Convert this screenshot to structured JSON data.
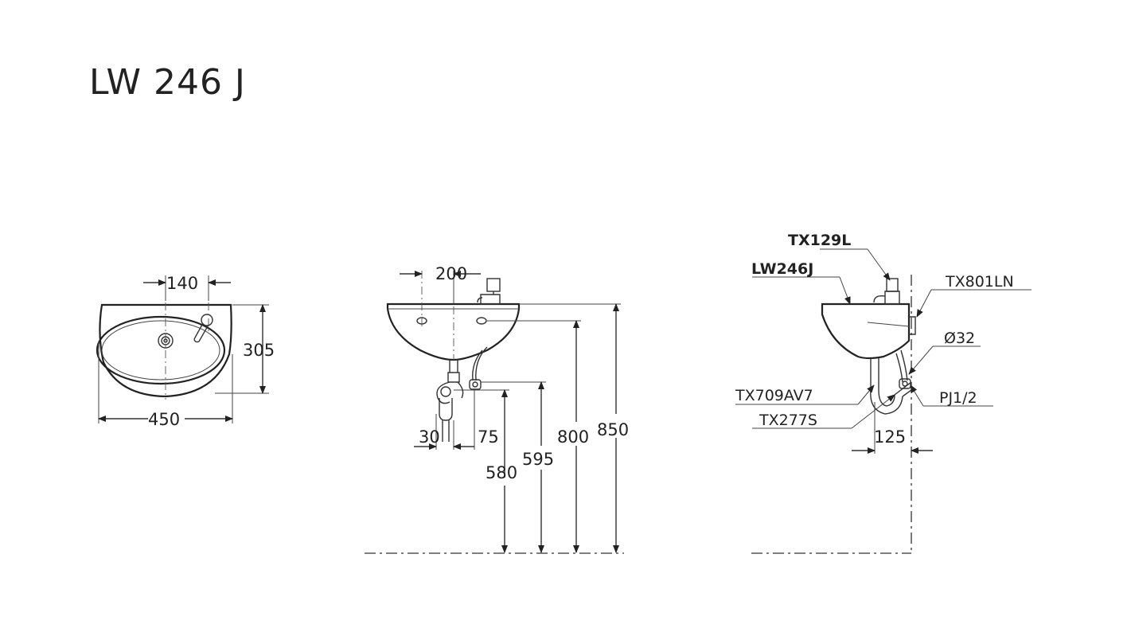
{
  "title": "LW 246 J",
  "top_view": {
    "dim_width": "450",
    "dim_depth": "305",
    "dim_tap_offset": "140"
  },
  "front_view": {
    "dim_top": "200",
    "dim_30": "30",
    "dim_75": "75",
    "dim_580": "580",
    "dim_595": "595",
    "dim_800": "800",
    "dim_850": "850"
  },
  "side_view": {
    "part_faucet": "TX129L",
    "part_basin": "LW246J",
    "part_bracket": "TX801LN",
    "part_pipe_dia": "Ø32",
    "part_valve": "TX709AV7",
    "part_thread": "PJ1/2",
    "part_trap": "TX277S",
    "dim_125": "125"
  }
}
